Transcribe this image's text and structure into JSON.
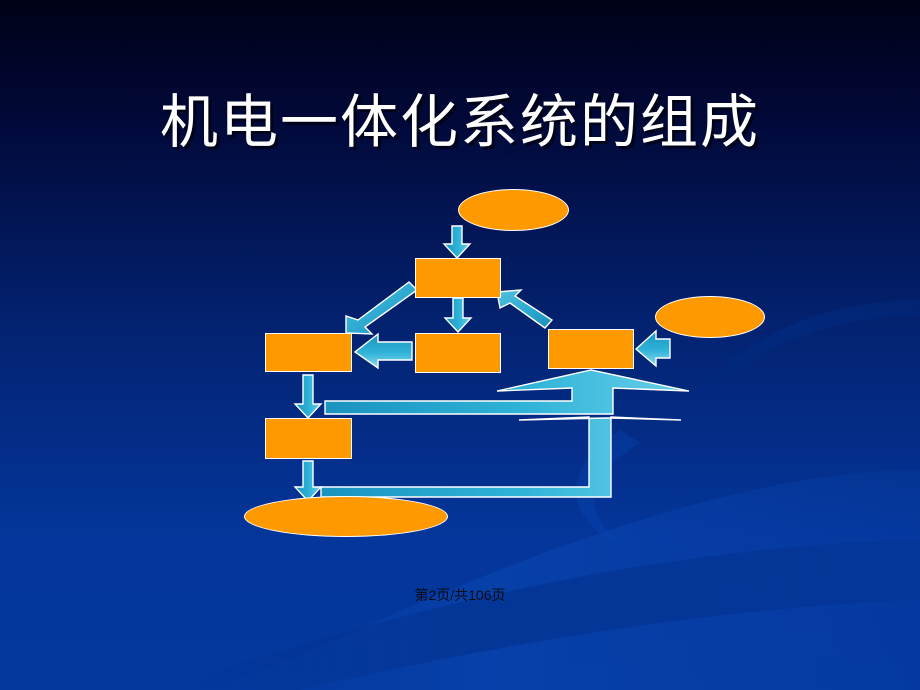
{
  "slide": {
    "title": "机电一体化系统的组成",
    "footer": "第2页/共106页",
    "background_top": "#000216",
    "background_bottom": "#03389d",
    "title_color": "#ffffff",
    "footer_color": "#0b0b14"
  },
  "diagram": {
    "type": "flowchart",
    "node_fill": "#FF9900",
    "node_border": "#ffffff",
    "arrow_fill": "#2BA8D0",
    "arrow_border": "#ffffff",
    "nodes": [
      {
        "id": "ell-top",
        "shape": "ellipse",
        "label": ""
      },
      {
        "id": "box-controller",
        "shape": "rectangle",
        "label": ""
      },
      {
        "id": "box-left",
        "shape": "rectangle",
        "label": ""
      },
      {
        "id": "box-center",
        "shape": "rectangle",
        "label": ""
      },
      {
        "id": "box-right",
        "shape": "rectangle",
        "label": ""
      },
      {
        "id": "ell-right",
        "shape": "ellipse",
        "label": ""
      },
      {
        "id": "box-exec",
        "shape": "rectangle",
        "label": ""
      },
      {
        "id": "ell-bottom",
        "shape": "ellipse",
        "label": ""
      }
    ],
    "edges": [
      {
        "from": "ell-top",
        "to": "box-controller",
        "kind": "arrow-down"
      },
      {
        "from": "box-controller",
        "to": "box-left",
        "kind": "arrow-diagonal-down-left"
      },
      {
        "from": "box-controller",
        "to": "box-center",
        "kind": "arrow-down"
      },
      {
        "from": "box-center",
        "to": "box-left",
        "kind": "arrow-left"
      },
      {
        "from": "box-right",
        "to": "box-controller",
        "kind": "arrow-diagonal-up-left"
      },
      {
        "from": "ell-right",
        "to": "box-right",
        "kind": "arrow-left"
      },
      {
        "from": "box-left",
        "to": "box-exec",
        "kind": "arrow-down"
      },
      {
        "from": "box-exec",
        "to": "ell-bottom",
        "kind": "arrow-down"
      },
      {
        "from": "box-exec",
        "to": "box-right",
        "kind": "elbow-arrow-up"
      },
      {
        "from": "ell-bottom",
        "to": "box-right",
        "kind": "elbow-arrow-up"
      }
    ]
  }
}
